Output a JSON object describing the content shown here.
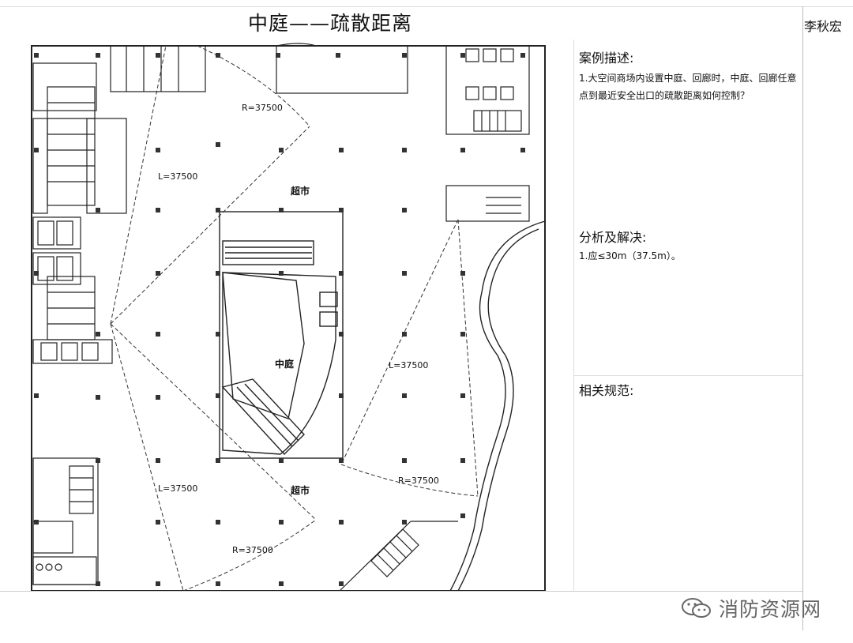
{
  "header": {
    "title": "中庭——疏散距离",
    "author": "李秋宏"
  },
  "plan": {
    "labels": {
      "supermarket_top": "超市",
      "supermarket_bottom": "超市",
      "atrium": "中庭",
      "l_top_left": "L=37500",
      "l_bottom_left": "L=37500",
      "l_right": "L=37500",
      "r_top": "R=37500",
      "r_bottom": "R=37500",
      "r_right": "R=37500"
    }
  },
  "panel": {
    "case_title": "案例描述:",
    "case_text": "1.大空间商场内设置中庭、回廊时，中庭、回廊任意点到最近安全出口的疏散距离如何控制？",
    "analysis_title": "分析及解决:",
    "analysis_text": "1.应≤30m（37.5m）。",
    "norms_title": "相关规范:"
  },
  "watermark": {
    "text": "消防资源网"
  },
  "colors": {
    "line": "#222222",
    "dash": "#333333",
    "text_gray": "#666666"
  }
}
